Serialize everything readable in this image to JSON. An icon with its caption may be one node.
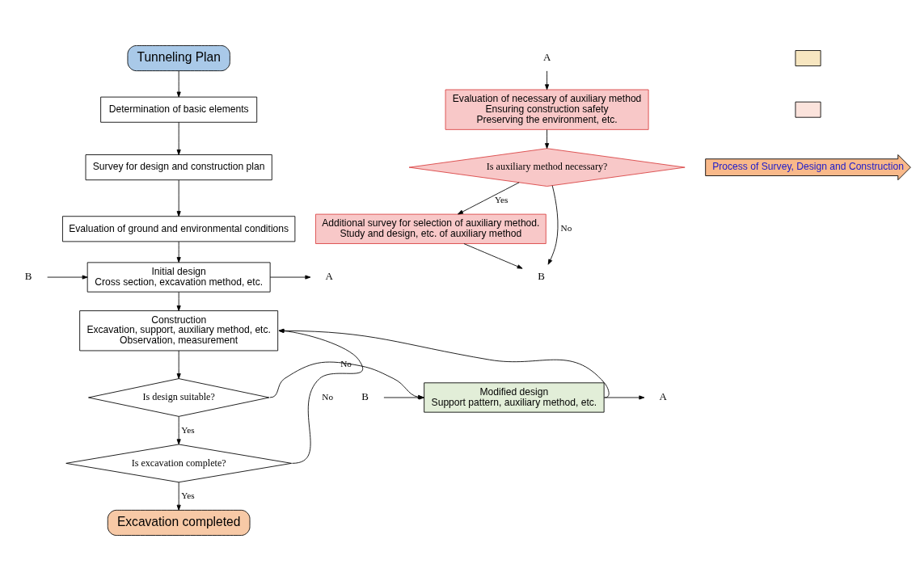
{
  "diagram": {
    "nodes": [
      {
        "text": [
          "Tunneling Plan"
        ]
      },
      {
        "text": [
          "Determination of basic elements"
        ]
      },
      {
        "text": [
          "Survey for design and construction plan"
        ]
      },
      {
        "text": [
          "Evaluation of ground and environmental conditions"
        ]
      },
      {
        "text": [
          "Initial design",
          "Cross section, excavation method, etc."
        ]
      },
      {
        "text": [
          "Construction",
          "Excavation, support, auxiliary method, etc.",
          "Observation, measurement"
        ]
      },
      {
        "text": [
          "Is design suitable?"
        ]
      },
      {
        "text": [
          "Is excavation complete?"
        ]
      },
      {
        "text": [
          "Excavation completed"
        ]
      },
      {
        "text": [
          "Modified design",
          "Support pattern, auxiliary method, etc."
        ]
      },
      {
        "text": [
          "Evaluation of necessary of auxiliary method",
          "Ensuring construction safety",
          "Preserving the environment, etc."
        ]
      },
      {
        "text": [
          "Is auxiliary method necessary?"
        ]
      },
      {
        "text": [
          "Additional survey for selection of auxiliary method.",
          "Study and design, etc. of auxiliary method"
        ]
      },
      {
        "text": [
          "A"
        ]
      },
      {
        "text": [
          "B"
        ]
      },
      {
        "text": [
          "A"
        ]
      },
      {
        "text": [
          "B"
        ]
      },
      {
        "text": [
          "A"
        ]
      },
      {
        "text": [
          "B"
        ]
      },
      {
        "text": [],
        "shape": "box"
      },
      {
        "text": [],
        "shape": "box"
      }
    ],
    "edges": [
      {
        "from": 0,
        "to": 1,
        "arrow": "to"
      },
      {
        "from": 1,
        "to": 2,
        "arrow": "to"
      },
      {
        "from": 2,
        "to": 3,
        "arrow": "to"
      },
      {
        "from": 3,
        "to": 4,
        "arrow": "to"
      },
      {
        "from": 4,
        "to": 15,
        "arrow": "to"
      },
      {
        "from": 16,
        "to": 4,
        "arrow": "to"
      },
      {
        "from": 4,
        "to": 5,
        "arrow": "to"
      },
      {
        "from": 5,
        "to": 6,
        "arrow": "to"
      },
      {
        "from": 6,
        "to": 9,
        "arrow": "to",
        "label": "No"
      },
      {
        "from": 6,
        "to": 7,
        "arrow": "to",
        "label": "Yes"
      },
      {
        "from": 7,
        "to": 8,
        "arrow": "to",
        "label": "Yes"
      },
      {
        "from": 7,
        "to": 5,
        "arrow": "to",
        "label": "No"
      },
      {
        "from": 9,
        "to": 5,
        "arrow": "to"
      },
      {
        "from": 9,
        "to": 17,
        "arrow": "to"
      },
      {
        "from": 18,
        "to": 9,
        "arrow": "to"
      },
      {
        "from": 13,
        "to": 10,
        "arrow": "to"
      },
      {
        "from": 10,
        "to": 11,
        "arrow": "to"
      },
      {
        "from": 11,
        "to": 12,
        "arrow": "to",
        "label": "Yes"
      },
      {
        "from": 11,
        "to": 14,
        "arrow": "to",
        "label": "No"
      },
      {
        "from": 12,
        "to": 14,
        "arrow": "to"
      }
    ],
    "labels": [
      "Process of Survey, Design and Construction"
    ]
  }
}
